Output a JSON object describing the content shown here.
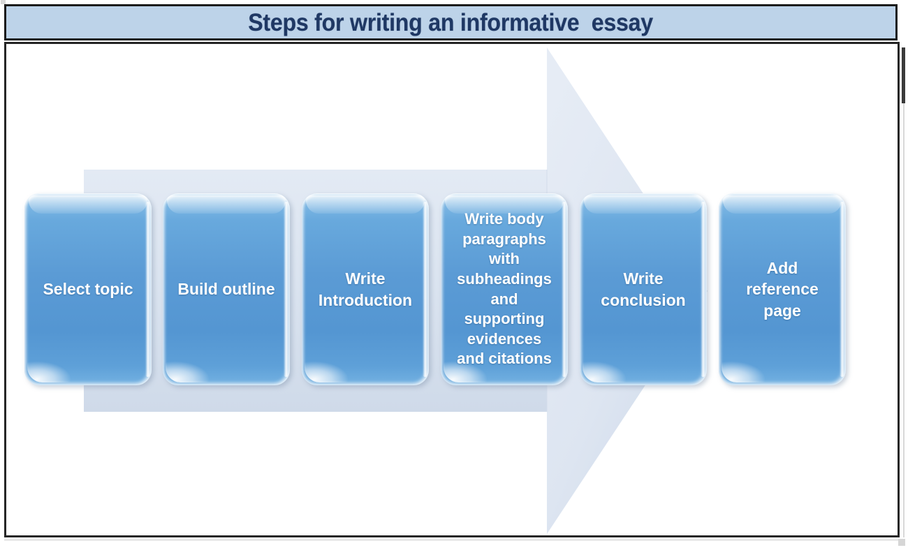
{
  "document": {
    "title": "Steps for writing an informative  essay",
    "title_bar_color": "#bdd3e9",
    "title_text_color": "#1f3864",
    "frame_background": "#ffffff",
    "frame_border_color": "#262626"
  },
  "diagram": {
    "type": "process-arrow",
    "direction": "right",
    "arrow_color": "#dbe4f0",
    "arrow_color_dark": "#c3d1e4",
    "box_color": "#5b9bd5",
    "box_text_color": "#ffffff",
    "step_count": 6,
    "steps": [
      {
        "index": 1,
        "label": "Select topic"
      },
      {
        "index": 2,
        "label": "Build outline"
      },
      {
        "index": 3,
        "label": "Write\nIntroduction"
      },
      {
        "index": 4,
        "label": "Write body\nparagraphs\nwith\nsubheadings\nand\nsupporting\nevidences\nand citations"
      },
      {
        "index": 5,
        "label": "Write\nconclusion"
      },
      {
        "index": 6,
        "label": "Add\nreference\npage"
      }
    ]
  }
}
